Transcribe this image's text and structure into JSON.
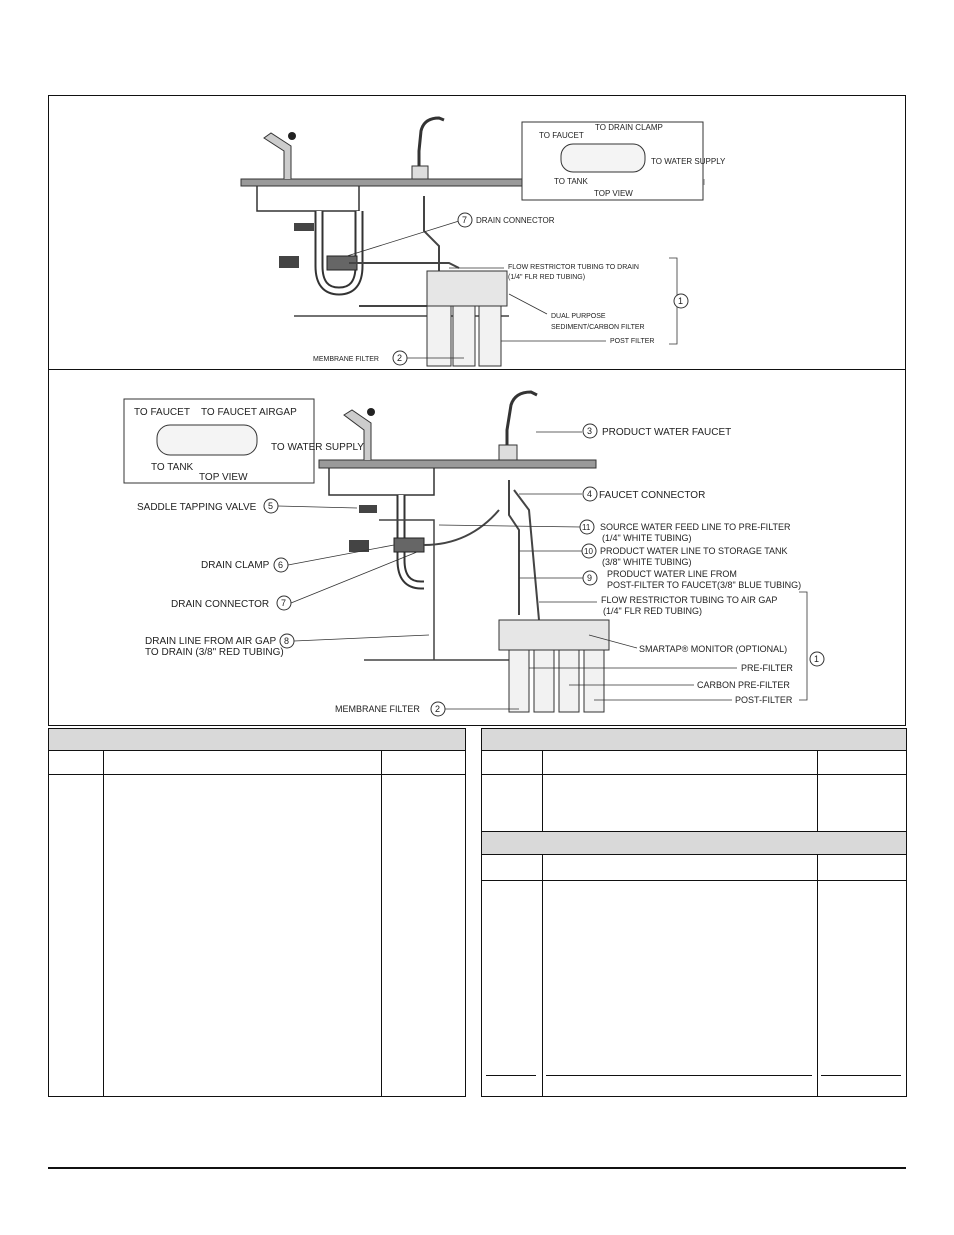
{
  "top_diagram": {
    "top_view_left": {
      "to_faucet": "TO FAUCET",
      "to_drain_clamp": "TO DRAIN CLAMP",
      "to_water_supply": "TO WATER SUPPLY",
      "to_tank": "TO TANK",
      "caption": "TOP VIEW"
    },
    "callouts": [
      {
        "num": "7",
        "label": "DRAIN CONNECTOR"
      },
      {
        "num": "",
        "label": "FLOW RESTRICTOR TUBING TO DRAIN"
      },
      {
        "num": "",
        "label": "(1/4\" FLR RED TUBING)"
      },
      {
        "num": "",
        "label": "DUAL PURPOSE"
      },
      {
        "num": "",
        "label": "SEDIMENT/CARBON FILTER"
      },
      {
        "num": "",
        "label": "POST FILTER"
      },
      {
        "num": "2",
        "label": "MEMBRANE FILTER"
      },
      {
        "num": "1",
        "label": ""
      }
    ]
  },
  "bottom_diagram": {
    "top_view": {
      "to_faucet": "TO FAUCET",
      "to_faucet_airgap": "TO FAUCET AIRGAP",
      "to_water_supply": "TO WATER SUPPLY",
      "to_tank": "TO TANK",
      "caption": "TOP VIEW"
    },
    "callouts": {
      "c3": {
        "num": "3",
        "label": "PRODUCT WATER FAUCET"
      },
      "c4": {
        "num": "4",
        "label": "FAUCET CONNECTOR"
      },
      "c5": {
        "num": "5",
        "label": "SADDLE  TAPPING VALVE"
      },
      "c11": {
        "num": "11",
        "label": "SOURCE WATER FEED LINE TO PRE-FILTER",
        "sub": "(1/4\" WHITE TUBING)"
      },
      "c10": {
        "num": "10",
        "label": "PRODUCT WATER LINE TO STORAGE TANK",
        "sub": "(3/8\" WHITE TUBING)"
      },
      "c6": {
        "num": "6",
        "label": "DRAIN CLAMP"
      },
      "c9": {
        "num": "9",
        "label": "PRODUCT WATER LINE FROM",
        "sub": "POST-FILTER TO FAUCET(3/8\" BLUE TUBING)"
      },
      "c7": {
        "num": "7",
        "label": "DRAIN CONNECTOR"
      },
      "flr": {
        "label": "FLOW RESTRICTOR TUBING TO AIR GAP",
        "sub": "(1/4\" FLR RED TUBING)"
      },
      "c8": {
        "num": "8",
        "label": "DRAIN LINE FROM AIR GAP",
        "sub": "TO DRAIN (3/8\" RED TUBING)"
      },
      "monitor": {
        "label": "SMARTAP® MONITOR (OPTIONAL)"
      },
      "c1": {
        "num": "1"
      },
      "pre": {
        "label": "PRE-FILTER"
      },
      "carbon": {
        "label": "CARBON PRE-FILTER"
      },
      "post": {
        "label": "POST-FILTER"
      },
      "c2": {
        "num": "2",
        "label": "MEMBRANE FILTER"
      }
    }
  }
}
